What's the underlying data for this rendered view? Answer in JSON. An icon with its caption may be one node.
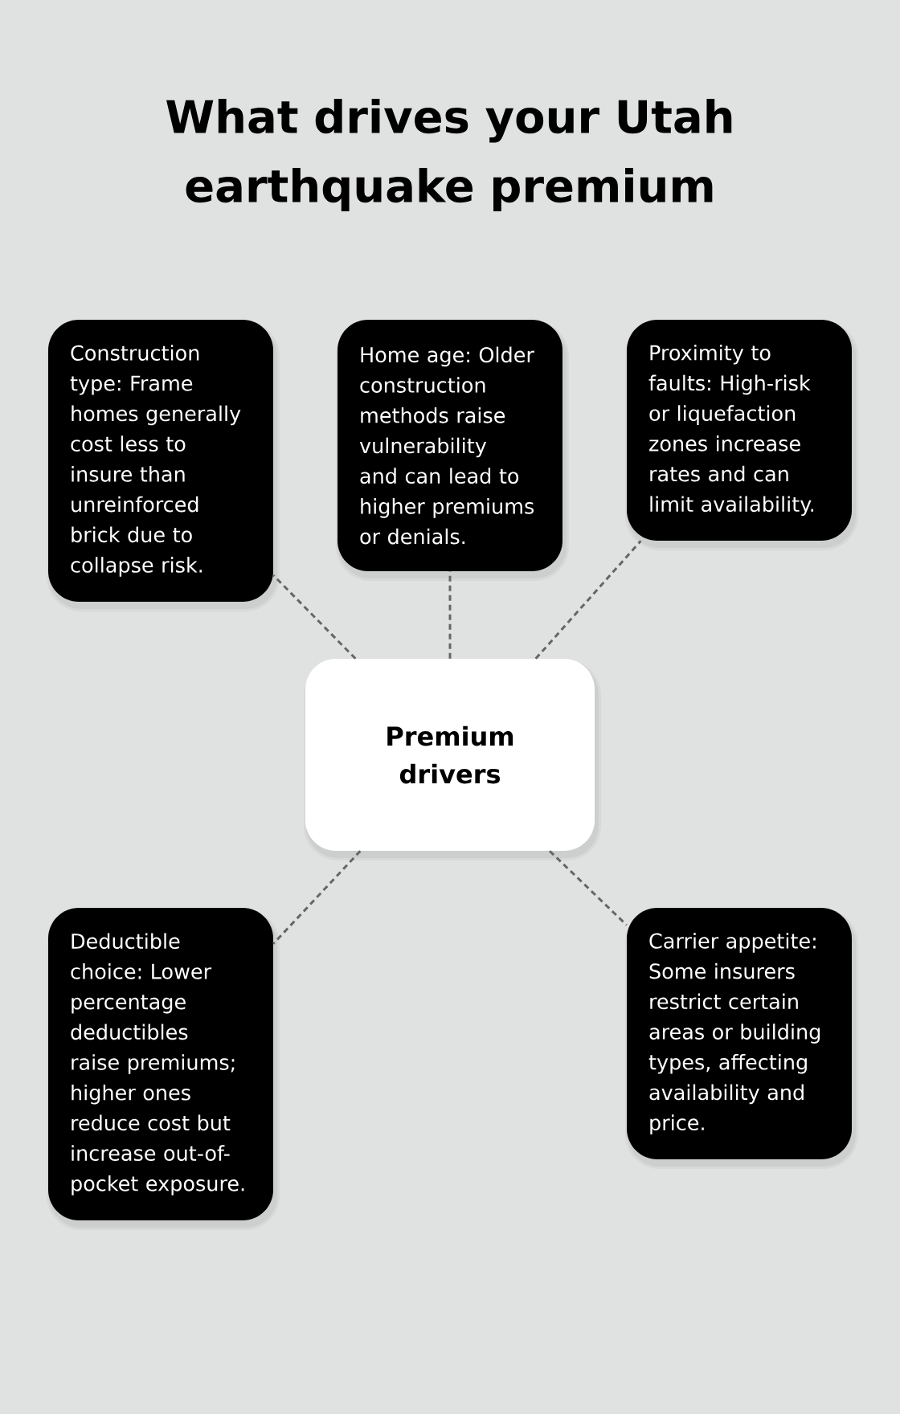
{
  "diagram": {
    "title": "What drives your Utah earthquake premium",
    "nodes": [
      {
        "text": [
          "Construction type: Frame homes generally cost less to insure than unreinforced brick due to collapse risk."
        ]
      },
      {
        "text": [
          "Home age: Older construction methods raise vulnerability and can lead to higher premiums or denials."
        ]
      },
      {
        "text": [
          "Proximity to faults: High-risk or liquefaction zones increase rates and can limit availability."
        ]
      },
      {
        "text": [
          "Premium drivers"
        ]
      },
      {
        "text": [
          "Deductible choice: Lower percentage deductibles raise premiums; higher ones reduce cost but increase out-of-pocket exposure."
        ]
      },
      {
        "text": [
          "Carrier appetite: Some insurers restrict certain areas or building types, affecting availability and price."
        ]
      }
    ],
    "edges": [
      {
        "from": 3,
        "to": 0,
        "arrow": "none",
        "style": "dashed"
      },
      {
        "from": 3,
        "to": 1,
        "arrow": "none",
        "style": "dashed"
      },
      {
        "from": 3,
        "to": 2,
        "arrow": "none",
        "style": "dashed"
      },
      {
        "from": 3,
        "to": 4,
        "arrow": "none",
        "style": "dashed"
      },
      {
        "from": 3,
        "to": 5,
        "arrow": "none",
        "style": "dashed"
      }
    ]
  }
}
